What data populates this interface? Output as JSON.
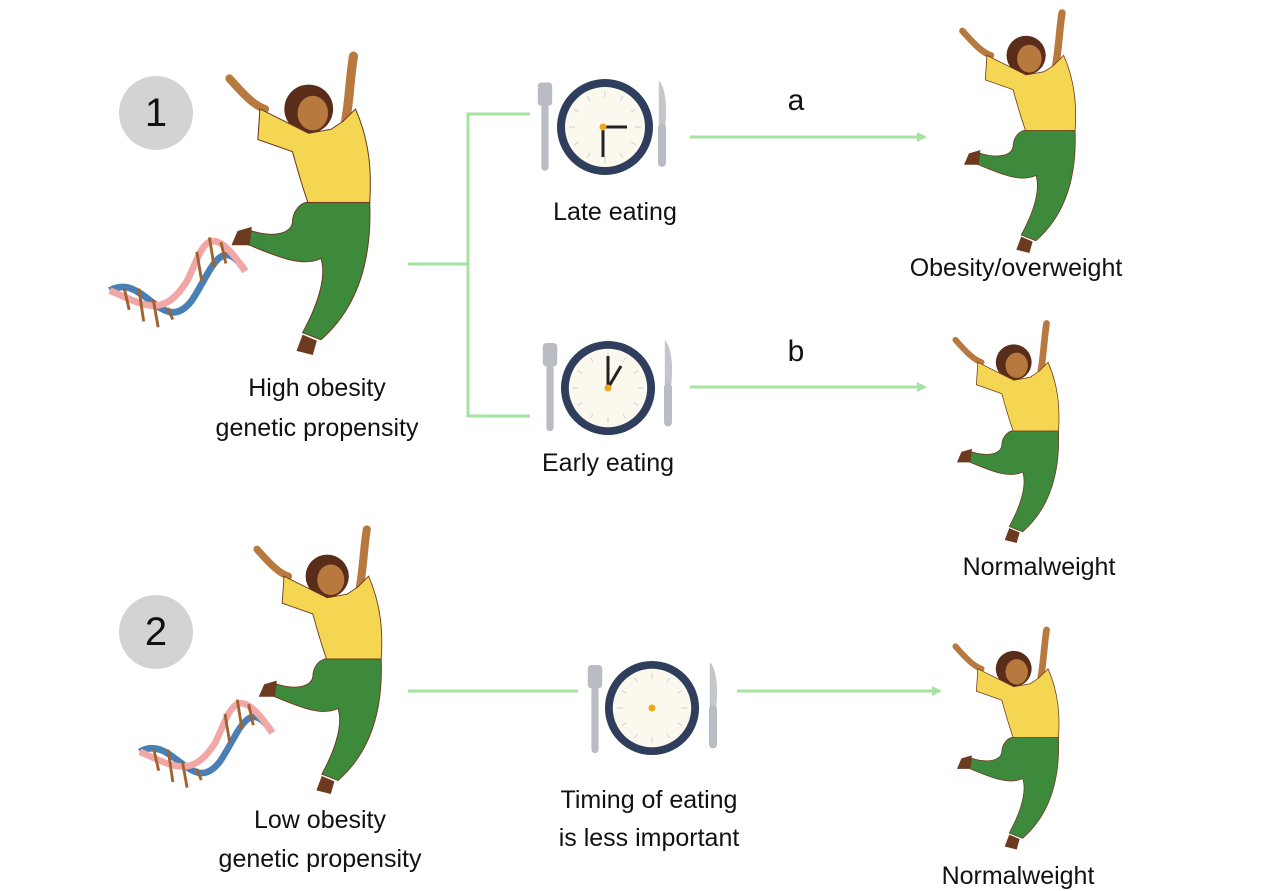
{
  "colors": {
    "connector": "#a6e3a1",
    "badge": "#d3d3d3",
    "shirt": "#f5d652",
    "pants": "#3e8a3c",
    "clock_rim": "#2f3e5c",
    "clock_face": "#fbf8ee",
    "clock_center": "#f2a81d"
  },
  "scenario1": {
    "badge": "1",
    "person_label_line1": "High obesity",
    "person_label_line2": "genetic propensity",
    "late": {
      "label": "Late eating",
      "path_label": "a",
      "outcome": "Obesity/overweight"
    },
    "early": {
      "label": "Early eating",
      "path_label": "b",
      "outcome": "Normalweight"
    }
  },
  "scenario2": {
    "badge": "2",
    "person_label_line1": "Low obesity",
    "person_label_line2": "genetic propensity",
    "timing_line1": "Timing of eating",
    "timing_line2": "is less important",
    "outcome": "Normalweight"
  }
}
